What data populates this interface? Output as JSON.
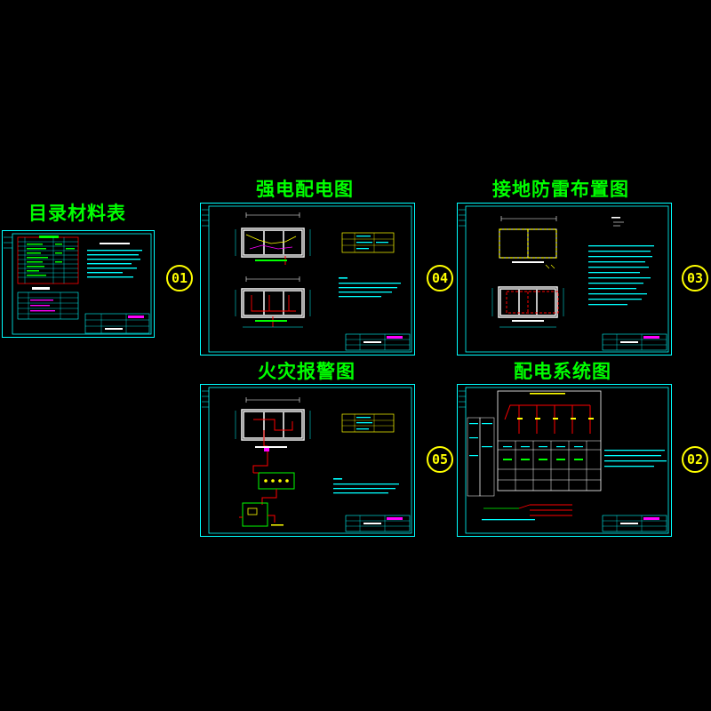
{
  "sheets": [
    {
      "key": "catalog",
      "title": "目录材料表",
      "number": "01"
    },
    {
      "key": "power",
      "title": "强电配电图",
      "number": "04"
    },
    {
      "key": "grounding",
      "title": "接地防雷布置图",
      "number": "03"
    },
    {
      "key": "fire",
      "title": "火灾报警图",
      "number": "05"
    },
    {
      "key": "system",
      "title": "配电系统图",
      "number": "02"
    }
  ],
  "colors": {
    "background": "#000000",
    "frame": "#00ffff",
    "title_text": "#00ff00",
    "badge": "#ffff00",
    "wiring": "#ff0000",
    "walls": "#ffffff",
    "accent": "#ff00ff"
  }
}
